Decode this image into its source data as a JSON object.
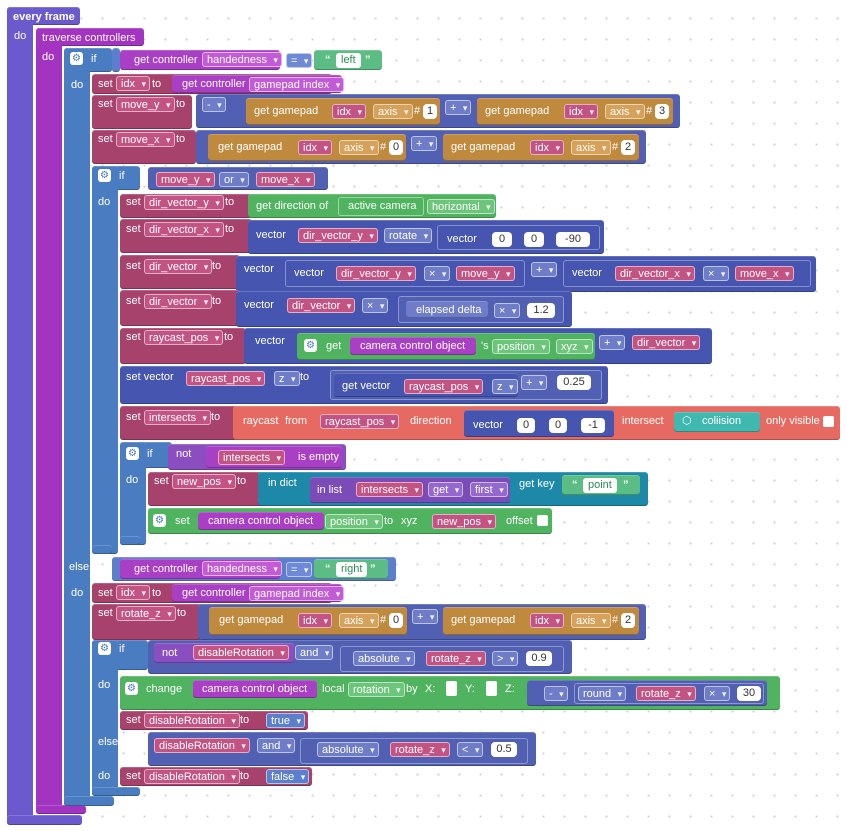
{
  "root": {
    "event_label": "every frame",
    "do": "do"
  },
  "traverse": {
    "label": "traverse controllers",
    "do": "do"
  },
  "if1": {
    "if": "if",
    "get_controller": "get controller",
    "handedness": "handedness",
    "eq": "=",
    "value": "left",
    "do": "do"
  },
  "set_idx_1": {
    "set": "set",
    "var": "idx",
    "to": "to",
    "get_controller": "get controller",
    "prop": "gamepad index"
  },
  "set_move_y": {
    "set": "set",
    "var": "move_y",
    "to": "to",
    "minus": "-",
    "a_get": "get gamepad",
    "a_idx": "idx",
    "a_axis": "axis",
    "a_hash": "#",
    "a_n": "1",
    "plus": "+",
    "b_get": "get gamepad",
    "b_idx": "idx",
    "b_axis": "axis",
    "b_hash": "#",
    "b_n": "3"
  },
  "set_move_x": {
    "set": "set",
    "var": "move_x",
    "to": "to",
    "a_get": "get gamepad",
    "a_idx": "idx",
    "a_axis": "axis",
    "a_hash": "#",
    "a_n": "0",
    "plus": "+",
    "b_get": "get gamepad",
    "b_idx": "idx",
    "b_axis": "axis",
    "b_hash": "#",
    "b_n": "2"
  },
  "if2": {
    "if": "if",
    "a": "move_y",
    "op": "or",
    "b": "move_x",
    "do": "do"
  },
  "set_dvy": {
    "set": "set",
    "var": "dir_vector_y",
    "to": "to",
    "get_direction": "get direction of",
    "camera": "active camera",
    "dir": "horizontal"
  },
  "set_dvx": {
    "set": "set",
    "var": "dir_vector_x",
    "to": "to",
    "vector": "vector",
    "src": "dir_vector_y",
    "rotate": "rotate",
    "vec2": "vector",
    "x": "0",
    "y": "0",
    "z": "-90"
  },
  "set_dv": {
    "set": "set",
    "var": "dir_vector",
    "to": "to",
    "vector": "vector",
    "v1": "vector",
    "v1a": "dir_vector_y",
    "mul1": "×",
    "v1b": "move_y",
    "plus": "+",
    "v2": "vector",
    "v2a": "dir_vector_x",
    "mul2": "×",
    "v2b": "move_x"
  },
  "set_dv2": {
    "set": "set",
    "var": "dir_vector",
    "to": "to",
    "vector": "vector",
    "src": "dir_vector",
    "mul": "×",
    "elapsed": "elapsed delta",
    "mul2": "×",
    "n": "1.2"
  },
  "set_rp": {
    "set": "set",
    "var": "raycast_pos",
    "to": "to",
    "vector": "vector",
    "get": "get",
    "obj": "camera control object",
    "s": "'s",
    "prop": "position",
    "xyz": "xyz",
    "plus": "+",
    "b": "dir_vector"
  },
  "set_vec": {
    "label": "set vector",
    "var": "raycast_pos",
    "axis": "z",
    "to": "to",
    "get_vector": "get vector",
    "src": "raycast_pos",
    "axis2": "z",
    "plus": "+",
    "n": "0.25"
  },
  "set_int": {
    "set": "set",
    "var": "intersects",
    "to": "to",
    "raycast": "raycast",
    "from": "from",
    "src": "raycast_pos",
    "direction": "direction",
    "vector": "vector",
    "x": "0",
    "y": "0",
    "z": "-1",
    "intersect": "intersect",
    "group": "coliision",
    "only_visible": "only visible"
  },
  "if3": {
    "if": "if",
    "not": "not",
    "var": "intersects",
    "empty": "is empty",
    "do": "do"
  },
  "set_np": {
    "set": "set",
    "var": "new_pos",
    "to": "to",
    "in_dict": "in dict",
    "in_list": "in list",
    "list": "intersects",
    "get": "get",
    "first": "first",
    "get_key": "get key",
    "key": "point"
  },
  "set_cam": {
    "set": "set",
    "obj": "camera control object",
    "prop": "position",
    "to": "to",
    "xyz": "xyz",
    "src": "new_pos",
    "offset": "offset"
  },
  "elseif1": {
    "else_if": "else if",
    "get_controller": "get controller",
    "handedness": "handedness",
    "eq": "=",
    "value": "right",
    "do": "do"
  },
  "set_idx_2": {
    "set": "set",
    "var": "idx",
    "to": "to",
    "get_controller": "get controller",
    "prop": "gamepad index"
  },
  "set_rz": {
    "set": "set",
    "var": "rotate_z",
    "to": "to",
    "a_get": "get gamepad",
    "a_idx": "idx",
    "a_axis": "axis",
    "a_hash": "#",
    "a_n": "0",
    "plus": "+",
    "b_get": "get gamepad",
    "b_idx": "idx",
    "b_axis": "axis",
    "b_hash": "#",
    "b_n": "2"
  },
  "if4": {
    "if": "if",
    "not": "not",
    "var": "disableRotation",
    "and": "and",
    "abs": "absolute",
    "arg": "rotate_z",
    "gt": ">",
    "n": "0.9",
    "do": "do"
  },
  "change": {
    "change": "change",
    "obj": "camera control object",
    "local": "local",
    "rot": "rotation",
    "by": "by",
    "x": "X:",
    "y": "Y:",
    "z": "Z:",
    "neg": "-",
    "round": "round",
    "arg": "rotate_z",
    "mul": "×",
    "n": "30"
  },
  "set_dr_true": {
    "set": "set",
    "var": "disableRotation",
    "to": "to",
    "val": "true"
  },
  "elseif2": {
    "else_if": "else if",
    "var": "disableRotation",
    "and": "and",
    "abs": "absolute",
    "arg": "rotate_z",
    "lt": "<",
    "n": "0.5",
    "do": "do"
  },
  "set_dr_false": {
    "set": "set",
    "var": "disableRotation",
    "to": "to",
    "val": "false"
  }
}
